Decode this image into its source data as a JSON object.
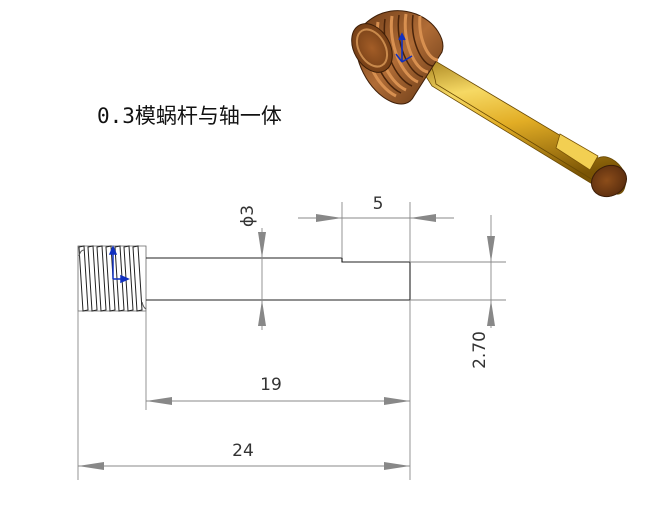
{
  "title": "0.3模蜗杆与轴一体",
  "dimensions": {
    "diameter": "ϕ3",
    "flat_length": "5",
    "shaft_length": "19",
    "total_length": "24",
    "flat_depth": "2.70"
  },
  "colors": {
    "gold": "#d9a21a",
    "gold_dark": "#8a6206",
    "gold_light": "#f6d964",
    "bronze": "#8a4a1d",
    "bronze_light": "#c07a3f",
    "line": "#222222",
    "dim_line": "#777777",
    "axis_blue": "#1030c0"
  }
}
